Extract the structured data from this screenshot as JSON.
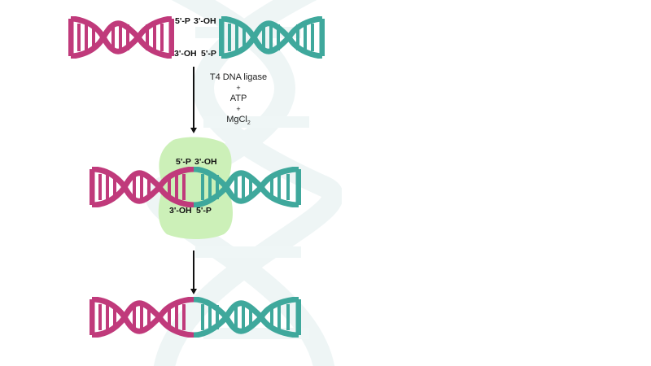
{
  "colors": {
    "strand_a": "#C03A7B",
    "strand_b": "#3FA89C",
    "ligase": "#C9EFB4",
    "watermark": "#EEF5F5",
    "text": "#111111"
  },
  "step1": {
    "left_top_label": "5'-P",
    "left_bottom_label": "3'-OH",
    "right_top_label": "3'-OH",
    "right_bottom_label": "5'-P"
  },
  "reagents": {
    "enzyme": "T4 DNA ligase",
    "plus1": "+",
    "atp": "ATP",
    "plus2": "+",
    "mgcl2_main": "MgCl",
    "mgcl2_sub": "2"
  },
  "step2": {
    "top_left_label": "5'-P",
    "top_right_label": "3'-OH",
    "bottom_left_label": "3'-OH",
    "bottom_right_label": "5'-P"
  }
}
